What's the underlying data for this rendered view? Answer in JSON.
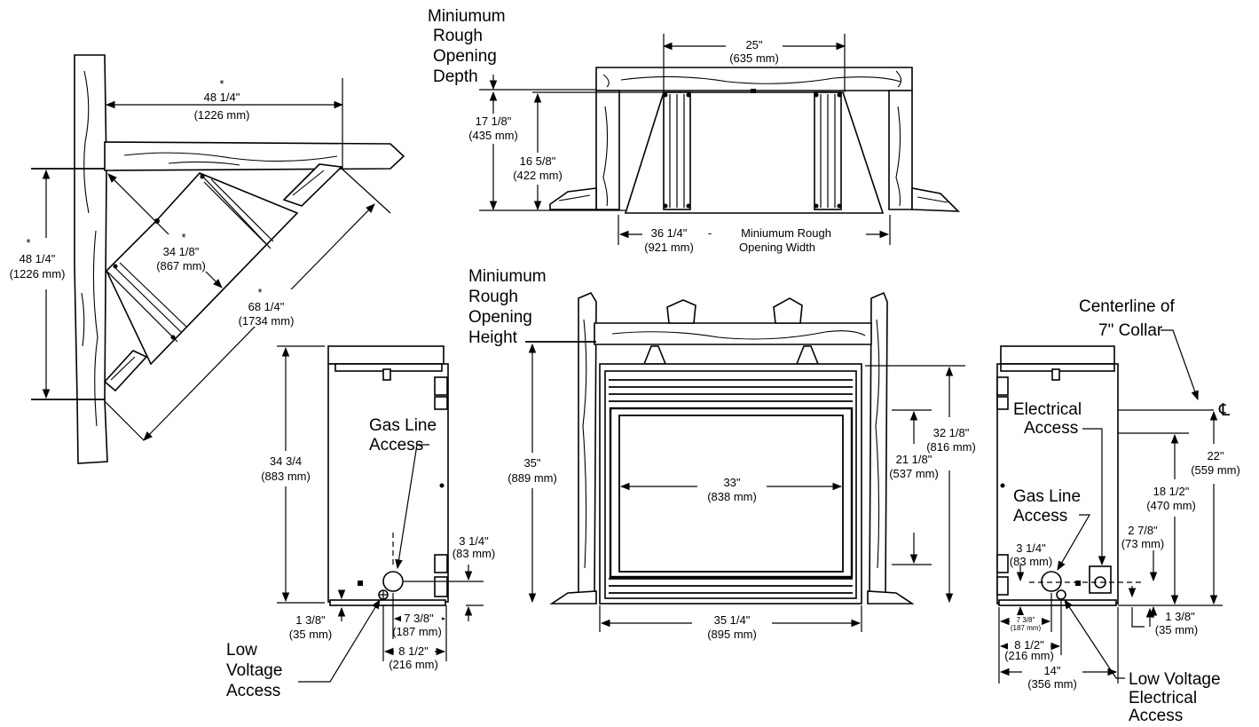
{
  "corner_view": {
    "dim_top": "48 1/4\"",
    "dim_top_mm": "(1226 mm)",
    "dim_left": "48 1/4\"",
    "dim_left_mm": "(1226 mm)",
    "dim_diag_short": "34 1/8\"",
    "dim_diag_short_mm": "(867 mm)",
    "dim_diag_long": "68 1/4\"",
    "dim_diag_long_mm": "(1734 mm)",
    "asterisk": "*"
  },
  "top_view": {
    "depth_label_1": "Miniumum",
    "depth_label_2": "Rough",
    "depth_label_3": "Opening",
    "depth_label_4": "Depth",
    "dim_top": "25\"",
    "dim_top_mm": "(635 mm)",
    "dim_depth": "17 1/8\"",
    "dim_depth_mm": "(435 mm)",
    "dim_inner": "16 5/8\"",
    "dim_inner_mm": "(422 mm)",
    "dim_width": "36 1/4\"",
    "dim_width_mm": "(921 mm)",
    "dash": "-",
    "width_label_1": "Miniumum Rough",
    "width_label_2": "Opening Width"
  },
  "left_side_view": {
    "dim_height": "34 3/4",
    "dim_height_mm": "(883 mm)",
    "gas_label_1": "Gas Line",
    "gas_label_2": "Access",
    "dim_gas_h": "3 1/4\"",
    "dim_gas_h_mm": "(83 mm)",
    "dim_low": "1 3/8\"",
    "dim_low_mm": "(35 mm)",
    "dim_gas_w": "7 3/8\"",
    "dim_gas_w_mm": "(187 mm)",
    "dim_low_w": "8 1/2\"",
    "dim_low_w_mm": "(216 mm)",
    "low_label_1": "Low",
    "low_label_2": "Voltage",
    "low_label_3": "Access"
  },
  "front_view": {
    "height_label_1": "Miniumum",
    "height_label_2": "Rough",
    "height_label_3": "Opening",
    "height_label_4": "Height",
    "dim_height": "35\"",
    "dim_height_mm": "(889 mm)",
    "dim_glass": "33\"",
    "dim_glass_mm": "(838 mm)",
    "dim_width": "35 1/4\"",
    "dim_width_mm": "(895 mm)",
    "dim_total_h": "32 1/8\"",
    "dim_total_h_mm": "(816 mm)",
    "dim_glass_h": "21 1/8\"",
    "dim_glass_h_mm": "(537 mm)"
  },
  "right_side_view": {
    "collar_label_1": "Centerline of",
    "collar_label_2": "7\" Collar",
    "cl_symbol": "℄",
    "elec_label_1": "Electrical",
    "elec_label_2": "Access",
    "gas_label_1": "Gas Line",
    "gas_label_2": "Access",
    "dim_collar": "22\"",
    "dim_collar_mm": "(559 mm)",
    "dim_elec": "18 1/2\"",
    "dim_elec_mm": "(470 mm)",
    "dim_elec_h": "2 7/8\"",
    "dim_elec_h_mm": "(73 mm)",
    "dim_gas_h": "3 1/4\"",
    "dim_gas_h_mm": "(83 mm)",
    "dim_gas_w": "7 3/8\"",
    "dim_gas_w_mm": "(187 mm)",
    "dim_low_w": "8 1/2\"",
    "dim_low_w_mm": "(216 mm)",
    "dim_depth": "14\"",
    "dim_depth_mm": "(356 mm)",
    "dim_low": "1 3/8\"",
    "dim_low_mm": "(35 mm)",
    "low_label_1": "Low Voltage",
    "low_label_2": "Electrical",
    "low_label_3": "Access"
  }
}
